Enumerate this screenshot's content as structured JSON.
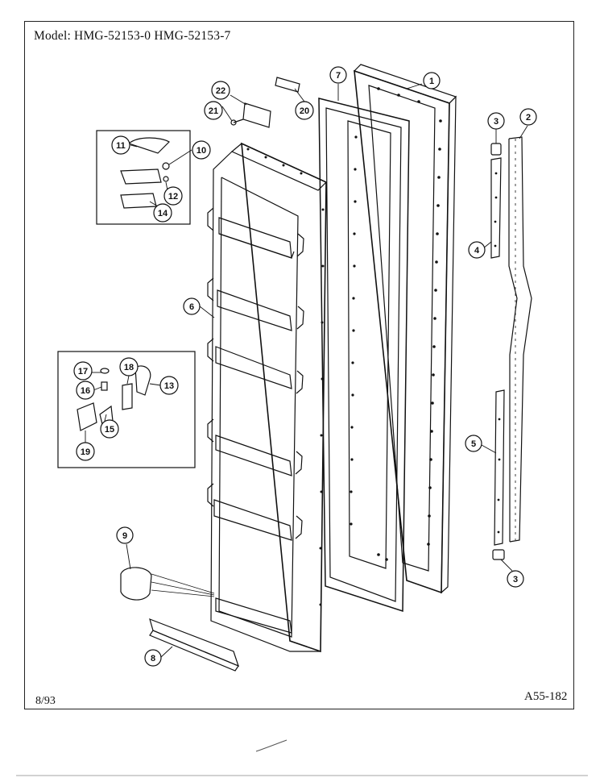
{
  "header": {
    "model_label": "Model:  HMG-52153-0  HMG-52153-7"
  },
  "footer": {
    "date": "8/93",
    "figure_id": "A55-182"
  },
  "callouts": {
    "c1": "1",
    "c2": "2",
    "c3a": "3",
    "c3b": "3",
    "c4": "4",
    "c5": "5",
    "c6": "6",
    "c7": "7",
    "c8": "8",
    "c9": "9",
    "c10": "10",
    "c11": "11",
    "c12": "12",
    "c13": "13",
    "c14": "14",
    "c15": "15",
    "c16": "16",
    "c17": "17",
    "c18": "18",
    "c19": "19",
    "c20": "20",
    "c21": "21",
    "c22": "22"
  },
  "colors": {
    "ink": "#111111",
    "paper": "#ffffff"
  }
}
